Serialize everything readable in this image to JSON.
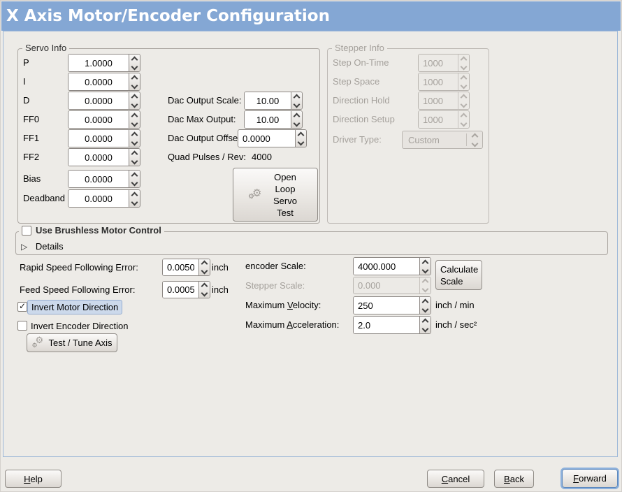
{
  "window": {
    "title": "X Axis Motor/Encoder Configuration"
  },
  "colors": {
    "titlebar": "#84a7d4",
    "background": "#edebe7",
    "content_border": "#9db8d8",
    "focus_ring": "#8cb0dc",
    "highlight_bg": "#ccd9eb"
  },
  "icons": {
    "gears": "⚙",
    "check": "✓",
    "expander": "▷"
  },
  "servo": {
    "legend": "Servo Info",
    "rows": [
      {
        "label": "P",
        "value": "1.0000"
      },
      {
        "label": "I",
        "value": "0.0000"
      },
      {
        "label": "D",
        "value": "0.0000"
      },
      {
        "label": "FF0",
        "value": "0.0000"
      },
      {
        "label": "FF1",
        "value": "0.0000"
      },
      {
        "label": "FF2",
        "value": "0.0000"
      },
      {
        "label": "Bias",
        "value": "0.0000"
      },
      {
        "label": "Deadband",
        "value": "0.0000"
      }
    ],
    "dac_rows": [
      {
        "label": "Dac Output Scale:",
        "value": "10.00"
      },
      {
        "label": "Dac Max Output:",
        "value": "10.00"
      },
      {
        "label": "Dac Output Offset:",
        "value": "0.0000"
      }
    ],
    "quad": {
      "label": "Quad Pulses / Rev:",
      "value": "4000"
    },
    "open_loop_button": "Open Loop Servo Test"
  },
  "stepper": {
    "legend": "Stepper Info",
    "rows": [
      {
        "label": "Step On-Time",
        "value": "1000"
      },
      {
        "label": "Step Space",
        "value": "1000"
      },
      {
        "label": "Direction Hold",
        "value": "1000"
      },
      {
        "label": "Direction Setup",
        "value": "1000"
      }
    ],
    "driver": {
      "label": "Driver Type:",
      "value": "Custom"
    }
  },
  "brushless": {
    "label": "Use Brushless Motor Control",
    "details": "Details"
  },
  "following_error": {
    "rapid": {
      "label": "Rapid Speed Following Error:",
      "value": "0.0050",
      "unit": "inch"
    },
    "feed": {
      "label": "Feed Speed Following Error:",
      "value": "0.0005",
      "unit": "inch"
    }
  },
  "invert": {
    "motor": {
      "label": "Invert Motor Direction",
      "checked": true
    },
    "encoder": {
      "label": "Invert Encoder Direction",
      "checked": false
    }
  },
  "test_tune_button": "Test / Tune Axis",
  "scales": {
    "encoder": {
      "label": "encoder Scale:",
      "value": "4000.000"
    },
    "stepper": {
      "label": "Stepper Scale:",
      "value": "0.000"
    },
    "calculate_button": "Calculate Scale",
    "velocity": {
      "pre": "Maximum ",
      "u": "V",
      "post": "elocity:",
      "value": "250",
      "unit": "inch / min"
    },
    "acceleration": {
      "pre": "Maximum ",
      "u": "A",
      "post": "cceleration:",
      "value": "2.0",
      "unit": "inch / sec²"
    }
  },
  "footer": {
    "help": {
      "u": "H",
      "post": "elp"
    },
    "cancel": {
      "u": "C",
      "post": "ancel"
    },
    "back": {
      "u": "B",
      "post": "ack"
    },
    "forward": {
      "u": "F",
      "post": "orward"
    }
  }
}
